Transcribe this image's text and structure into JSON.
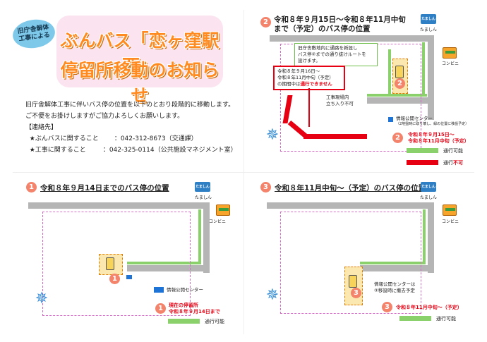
{
  "header": {
    "org_badge": "旧庁舎解体\n工事による",
    "title_line1": "ぶんバス「恋ヶ窪駅西」",
    "title_line2": "停留所移動のお知らせ"
  },
  "notice": {
    "line1": "旧庁舎解体工事に伴いバス停の位置を以下のとおり段階的に移動します。",
    "line2": "ご不便をお掛けしますがご協力よろしくお願いします。",
    "contact_heading": "【連絡先】",
    "contact1_label": "★ぶんバスに関すること",
    "contact1_value": "：042-312-8673（交通課）",
    "contact2_label": "★工事に関すること",
    "contact2_value": "：042-325-0114（公共施設マネジメント室）"
  },
  "panel2": {
    "num": "2",
    "title_a": "令和８年９月15日～令和８年11月中旬",
    "title_b": "まで（予定）のバス停の位置",
    "callout_green": "旧庁舎敷地内に通路を新設し\nバス停②までの通り抜けルートを\n設けます。",
    "callout_red_line1": "令和８年９月16日～",
    "callout_red_line2": "令和８年11月中旬（予定）",
    "callout_red_line3a": "の期間中は",
    "callout_red_line3b": "通行できません",
    "construction": "工事現場内\n立ち入り不可",
    "info_center": "情報公開センター",
    "info_center_note": "（2地盤時に取り壊し、緑の位置に移設予定）",
    "bank": "たましん",
    "konbini": "コンビニ",
    "legend_num_label": "令和８年９月15日～",
    "legend_num_label2": "令和８年11月中旬（予定）",
    "legend_pass": "通行可能",
    "legend_nopass_a": "通行",
    "legend_nopass_b": "不可"
  },
  "panel1": {
    "num": "1",
    "title": "令和８年９月14日までのバス停の位置",
    "bank": "たましん",
    "konbini": "コンビニ",
    "info_center": "情報公開センター",
    "legend_current1": "現在の停留所",
    "legend_current2": "令和８年９月14日まで",
    "legend_pass": "通行可能"
  },
  "panel3": {
    "num": "3",
    "title": "令和８年11月中旬～（予定）のバス停の位置",
    "bank": "たましん",
    "konbini": "コンビニ",
    "info_note1": "情報公開センターは",
    "info_note2": "③移設時に撤去予定",
    "legend_num_label": "令和８年11月中旬～（予定）",
    "legend_pass": "通行可能"
  },
  "colors": {
    "title_orange": "#ff8a1f",
    "title_bg": "#fbe3f0",
    "badge_blue": "#7ec8ea",
    "pass_green": "#8bd16b",
    "no_pass_red": "#e60012",
    "stop_circle": "#f4836b",
    "info_blue": "#1e73d6"
  }
}
